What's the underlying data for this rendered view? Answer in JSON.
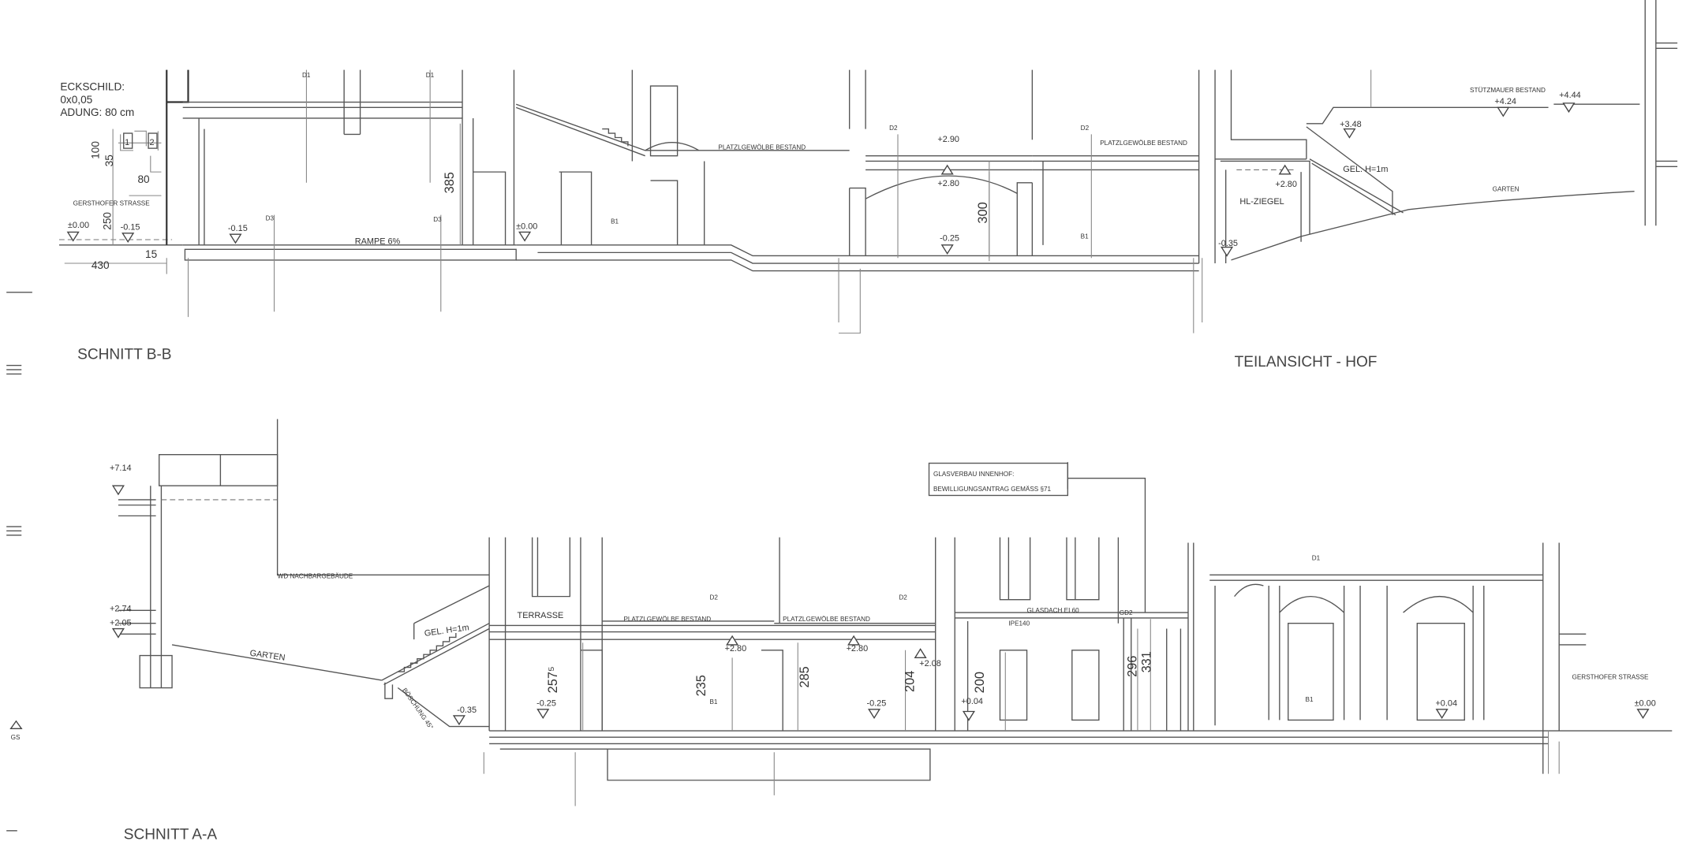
{
  "titles": {
    "section_bb": "SCHNITT B-B",
    "partial_view": "TEILANSICHT - HOF",
    "section_aa": "SCHNITT A-A"
  },
  "sign_note": [
    "ECKSCHILD:",
    "0x0,05",
    "ADUNG: 80 cm"
  ],
  "sign_boxes": [
    "1",
    "2"
  ],
  "glass_note": [
    "GLASVERBAU INNENHOF:",
    "BEWILLIGUNGSANTRAG GEMÄSS §71"
  ],
  "bb": {
    "street": "GERSTHOFER STRASSE",
    "dims": [
      "100",
      "35",
      "80",
      "250",
      "15",
      "430",
      "385",
      "300"
    ],
    "levels": [
      "±0.00",
      "-0.15",
      "-0.15",
      "±0.00",
      "+2.90",
      "+2.80",
      "-0.25",
      "+3.48",
      "+2.80",
      "-0.35",
      "+4.24",
      "+4.44"
    ],
    "refs": [
      "D1",
      "D1",
      "D3",
      "D3",
      "B1",
      "D2",
      "D2",
      "B1"
    ],
    "ramp": "RAMPE 6%",
    "vault1": "PLATZLGEWÖLBE BESTAND",
    "vault2": "PLATZLGEWÖLBE BESTAND",
    "railing": "GEL. H=1m",
    "brick": "HL-ZIEGEL",
    "wall": "STÜTZMAUER BESTAND",
    "garden": "GARTEN"
  },
  "aa": {
    "levels": [
      "+7.14",
      "+2.74",
      "+2.05",
      "-0.35",
      "-0.25",
      "+2.80",
      "+2.80",
      "-0.25",
      "+2.08",
      "+0.04",
      "+0.04",
      "±0.00"
    ],
    "dims": [
      "257⁵",
      "235",
      "285",
      "204",
      "200",
      "296",
      "331"
    ],
    "refs": [
      "D2",
      "B1",
      "D2",
      "GD2",
      "D1",
      "B1"
    ],
    "neighbour": "WD NACHBARGEBÄUDE",
    "terrace": "TERRASSE",
    "vault1": "PLATZLGEWÖLBE BESTAND",
    "vault2": "PLATZLGEWÖLBE BESTAND",
    "railing": "GEL. H=1m",
    "garden": "GARTEN",
    "slope": "BÖSCHUNG 45°",
    "glass_roof": "GLASDACH EI 60",
    "beam": "IPE140",
    "street": "GERSTHOFER STRASSE",
    "gs": "GS"
  }
}
